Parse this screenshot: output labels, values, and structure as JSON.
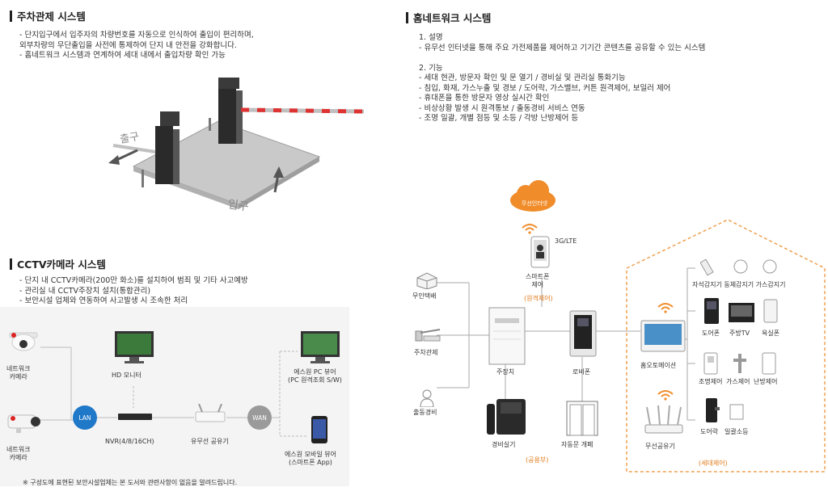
{
  "parking": {
    "title": "주차관제 시스템",
    "lines": [
      "-  단지입구에서 입주자의 차량번호를 자동으로 인식하여 출입이 편리하며,",
      "   외부차량의 무단출입을 사전에 통제하여 단지 내 안전을 강화합니다.",
      "-  홈네트워크 시스템과 연계하여 세대 내에서 출입차량 확인 가능"
    ],
    "exit_label": "출구",
    "entry_label": "입구"
  },
  "cctv": {
    "title": "CCTV카메라 시스템",
    "lines": [
      "-  단지 내 CCTV카메라(200만 화소)를 설치하여 범죄 및 기타 사고예방",
      "-  관리실 내 CCTV주장치 설치(통합관리)",
      "-  보안시설 업체와 연동하여 사고발생 시 조속한 처리"
    ],
    "nodes": {
      "cam1": "네트워크\n카메라",
      "cam2": "네트워크\n카메라",
      "lan": "LAN",
      "monitor": "HD 모니터",
      "nvr": "NVR(4/8/16CH)",
      "router": "유무선 공유기",
      "wan": "WAN",
      "pc": "에스원 PC 뷰어\n(PC 원격조회 S/W)",
      "mobile": "에스원 모바일 뷰어\n(스마트폰 App)"
    },
    "note": "※ 구성도에 표현된 보안시설업체는 본 도서와 관련사항이 없음을 알려드립니다."
  },
  "homenet": {
    "title": "홈네트워크 시스템",
    "lines": [
      "1.  설명",
      "-  유무선 인터넷을 통해 주요 가전제품을 제어하고 기기간 콘텐츠를 공유할 수 있는 시스템",
      "",
      "2.  기능",
      "-  세대 현관, 방문자 확인 및 문 열기 / 경비실 및 관리실 통화기능",
      "-  침입, 화재, 가스누출 및 경보 / 도어락, 가스밸브, 커튼 원격제어, 보일러 제어",
      "-  휴대폰을 통한 방문자 영상 실시간 확인",
      "-  비상상황 발생 시 원격통보 / 출동경비 서비스 연동",
      "-  조명 일괄, 개별 점등 및 소등 / 각방 난방제어 등"
    ],
    "cloud": "무선인터넷",
    "lte": "3G/LTE",
    "smartphone": "스마트폰\n제어",
    "remote": "(원격제어)",
    "left_items": [
      "무인택배",
      "주차관제",
      "출동경비"
    ],
    "main_unit": "주장치",
    "lobby": "로비폰",
    "guard": "경비실기",
    "autodoor": "자동문 개폐",
    "common": "(공용부)",
    "homeauto": "홈오토메이션",
    "wifi_router": "무선공유기",
    "household": "(세대제어)",
    "sensors": "자석감지기 동체감지기 가스감지기",
    "row2": [
      "도어폰",
      "주방TV",
      "욕실폰"
    ],
    "row3": [
      "조명제어",
      "가스제어",
      "난방제어"
    ],
    "row4": [
      "도어락",
      "일괄소등"
    ]
  },
  "colors": {
    "accent_orange": "#f08c2a",
    "lan_blue": "#1f78c8",
    "wan_gray": "#9a9a9a"
  }
}
